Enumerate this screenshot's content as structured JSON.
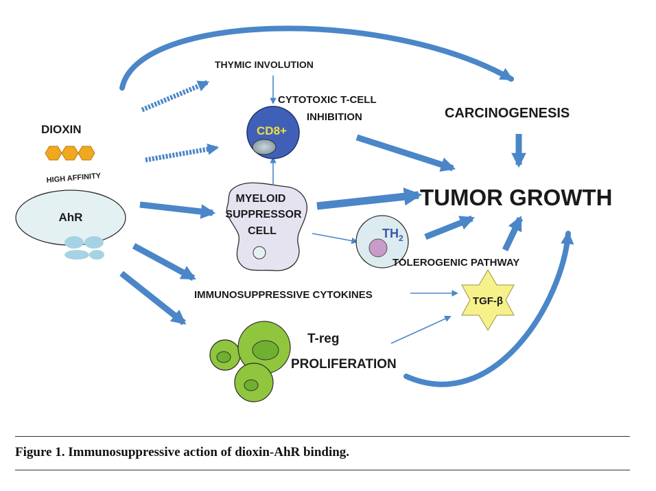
{
  "labels": {
    "dioxin": "DIOXIN",
    "high_affinity": "HIGH AFFINITY",
    "ahr": "AhR",
    "thymic_involution": "THYMIC INVOLUTION",
    "cytotoxic_line1": "CYTOTOXIC T-CELL",
    "cytotoxic_line2": "INHIBITION",
    "cd8": "CD8+",
    "carcinogenesis": "CARCINOGENESIS",
    "myeloid_line1": "MYELOID",
    "myeloid_line2": "SUPPRESSOR",
    "myeloid_line3": "CELL",
    "tumor_growth": "TUMOR GROWTH",
    "th": "TH",
    "th_sub": "2",
    "tolerogenic": "TOLEROGENIC PATHWAY",
    "immuno_cytokines": "IMMUNOSUPPRESSIVE CYTOKINES",
    "tgf": "TGF-β",
    "treg": "T-reg",
    "proliferation": "PROLIFERATION"
  },
  "caption": "Figure 1. Immunosuppressive action of dioxin-AhR binding.",
  "colors": {
    "arrow": "#4a86c8",
    "cd8_fill": "#4060b8",
    "cd8_text": "#f0e03a",
    "ahr_fill": "#e4f1f3",
    "receptor": "#a6d3e3",
    "myeloid_fill": "#e6e3f1",
    "th2_fill": "#dcebef",
    "th2_nucleus": "#c99bc8",
    "th2_text": "#3a56b0",
    "tgf_fill": "#f6f18a",
    "treg_fill": "#8fc63e",
    "dioxin_hex": "#f0a81e"
  }
}
